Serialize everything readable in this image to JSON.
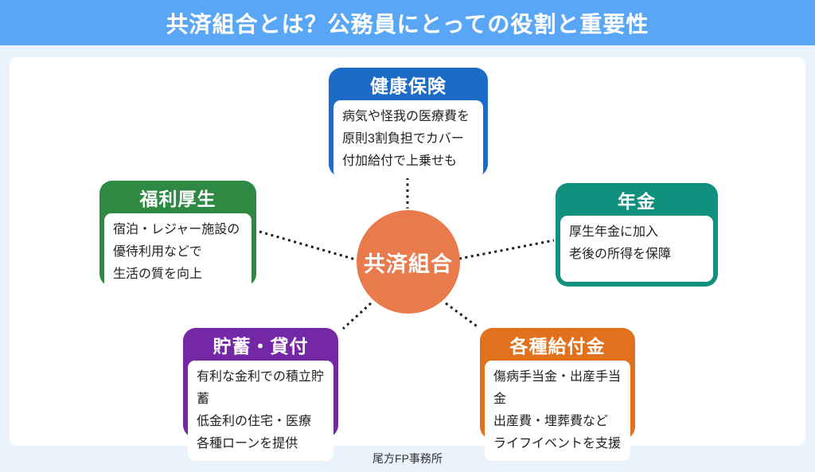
{
  "header": {
    "title": "共済組合とは？公務員にとっての役割と重要性",
    "bg_color": "#58A6F5"
  },
  "center": {
    "label": "共済組合",
    "color": "#E87A4C"
  },
  "nodes": [
    {
      "id": "health-insurance",
      "title": "健康保険",
      "color": "#1C6BC7",
      "lines": [
        "病気や怪我の医療費を",
        "原則3割負担でカバー",
        "付加給付で上乗せも"
      ]
    },
    {
      "id": "welfare",
      "title": "福利厚生",
      "color": "#2E8943",
      "lines": [
        "宿泊・レジャー施設の",
        "優待利用などで",
        "生活の質を向上"
      ]
    },
    {
      "id": "pension",
      "title": "年金",
      "color": "#11907E",
      "lines": [
        "厚生年金に加入",
        "老後の所得を保障"
      ]
    },
    {
      "id": "savings-loans",
      "title": "貯蓄・貸付",
      "color": "#7428A6",
      "lines": [
        "有利な金利での積立貯蓄",
        "低金利の住宅・医療",
        "各種ローンを提供"
      ]
    },
    {
      "id": "benefits",
      "title": "各種給付金",
      "color": "#E2711D",
      "lines": [
        "傷病手当金・出産手当金",
        "出産費・埋葬費など",
        "ライフイベントを支援"
      ]
    }
  ],
  "connector_color": "#1A1A1A",
  "footer": {
    "label": "尾方FP事務所"
  }
}
